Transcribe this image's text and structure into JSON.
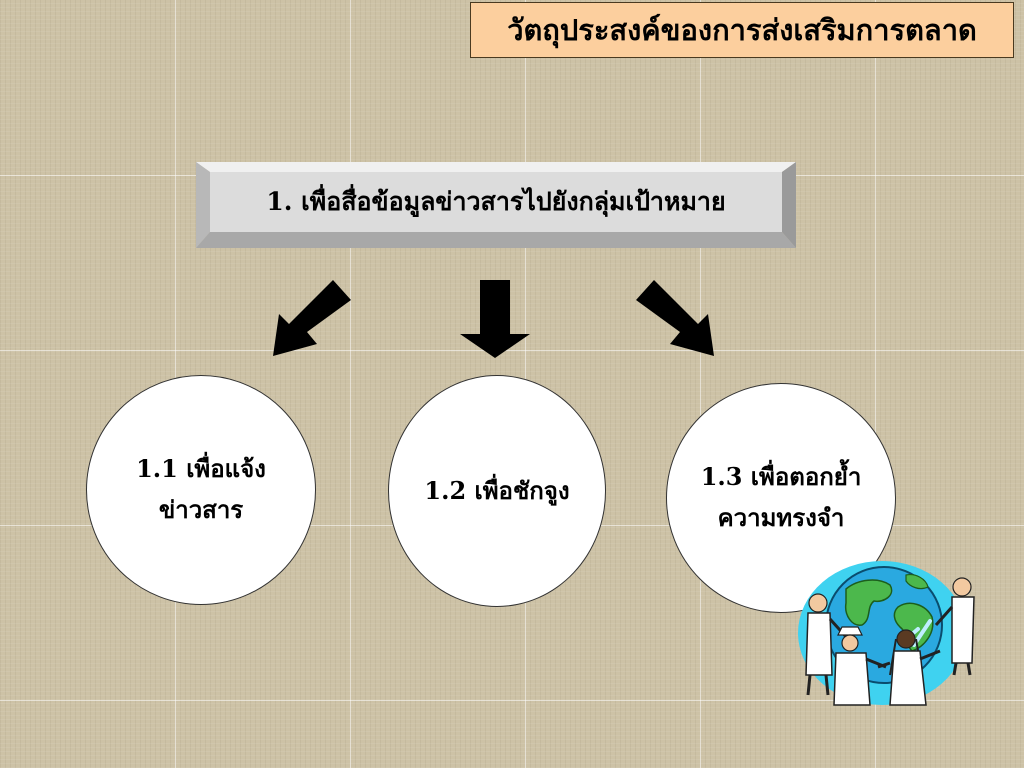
{
  "title": "วัตถุประสงค์ของการส่งเสริมการตลาด",
  "main_objective": "1. เพื่อสื่อข้อมูลข่าวสารไปยังกลุ่มเป้าหมาย",
  "sub_objectives": [
    {
      "line1": "1.1 เพื่อแจ้ง",
      "line2": "ข่าวสาร"
    },
    {
      "line1": "1.2 เพื่อชักจูง",
      "line2": ""
    },
    {
      "line1": "1.3 เพื่อตอกย้ำ",
      "line2": "ความทรงจำ"
    }
  ],
  "colors": {
    "background": "#cdc2a6",
    "title_fill": "#fccf9e",
    "banner_face": "#dcdcdc",
    "banner_bevel": "#a8a8a8",
    "circle_fill": "#ffffff",
    "arrow": "#000000"
  },
  "icons": [
    "down-left-arrow",
    "down-arrow",
    "down-right-arrow",
    "globe-people-clipart"
  ]
}
